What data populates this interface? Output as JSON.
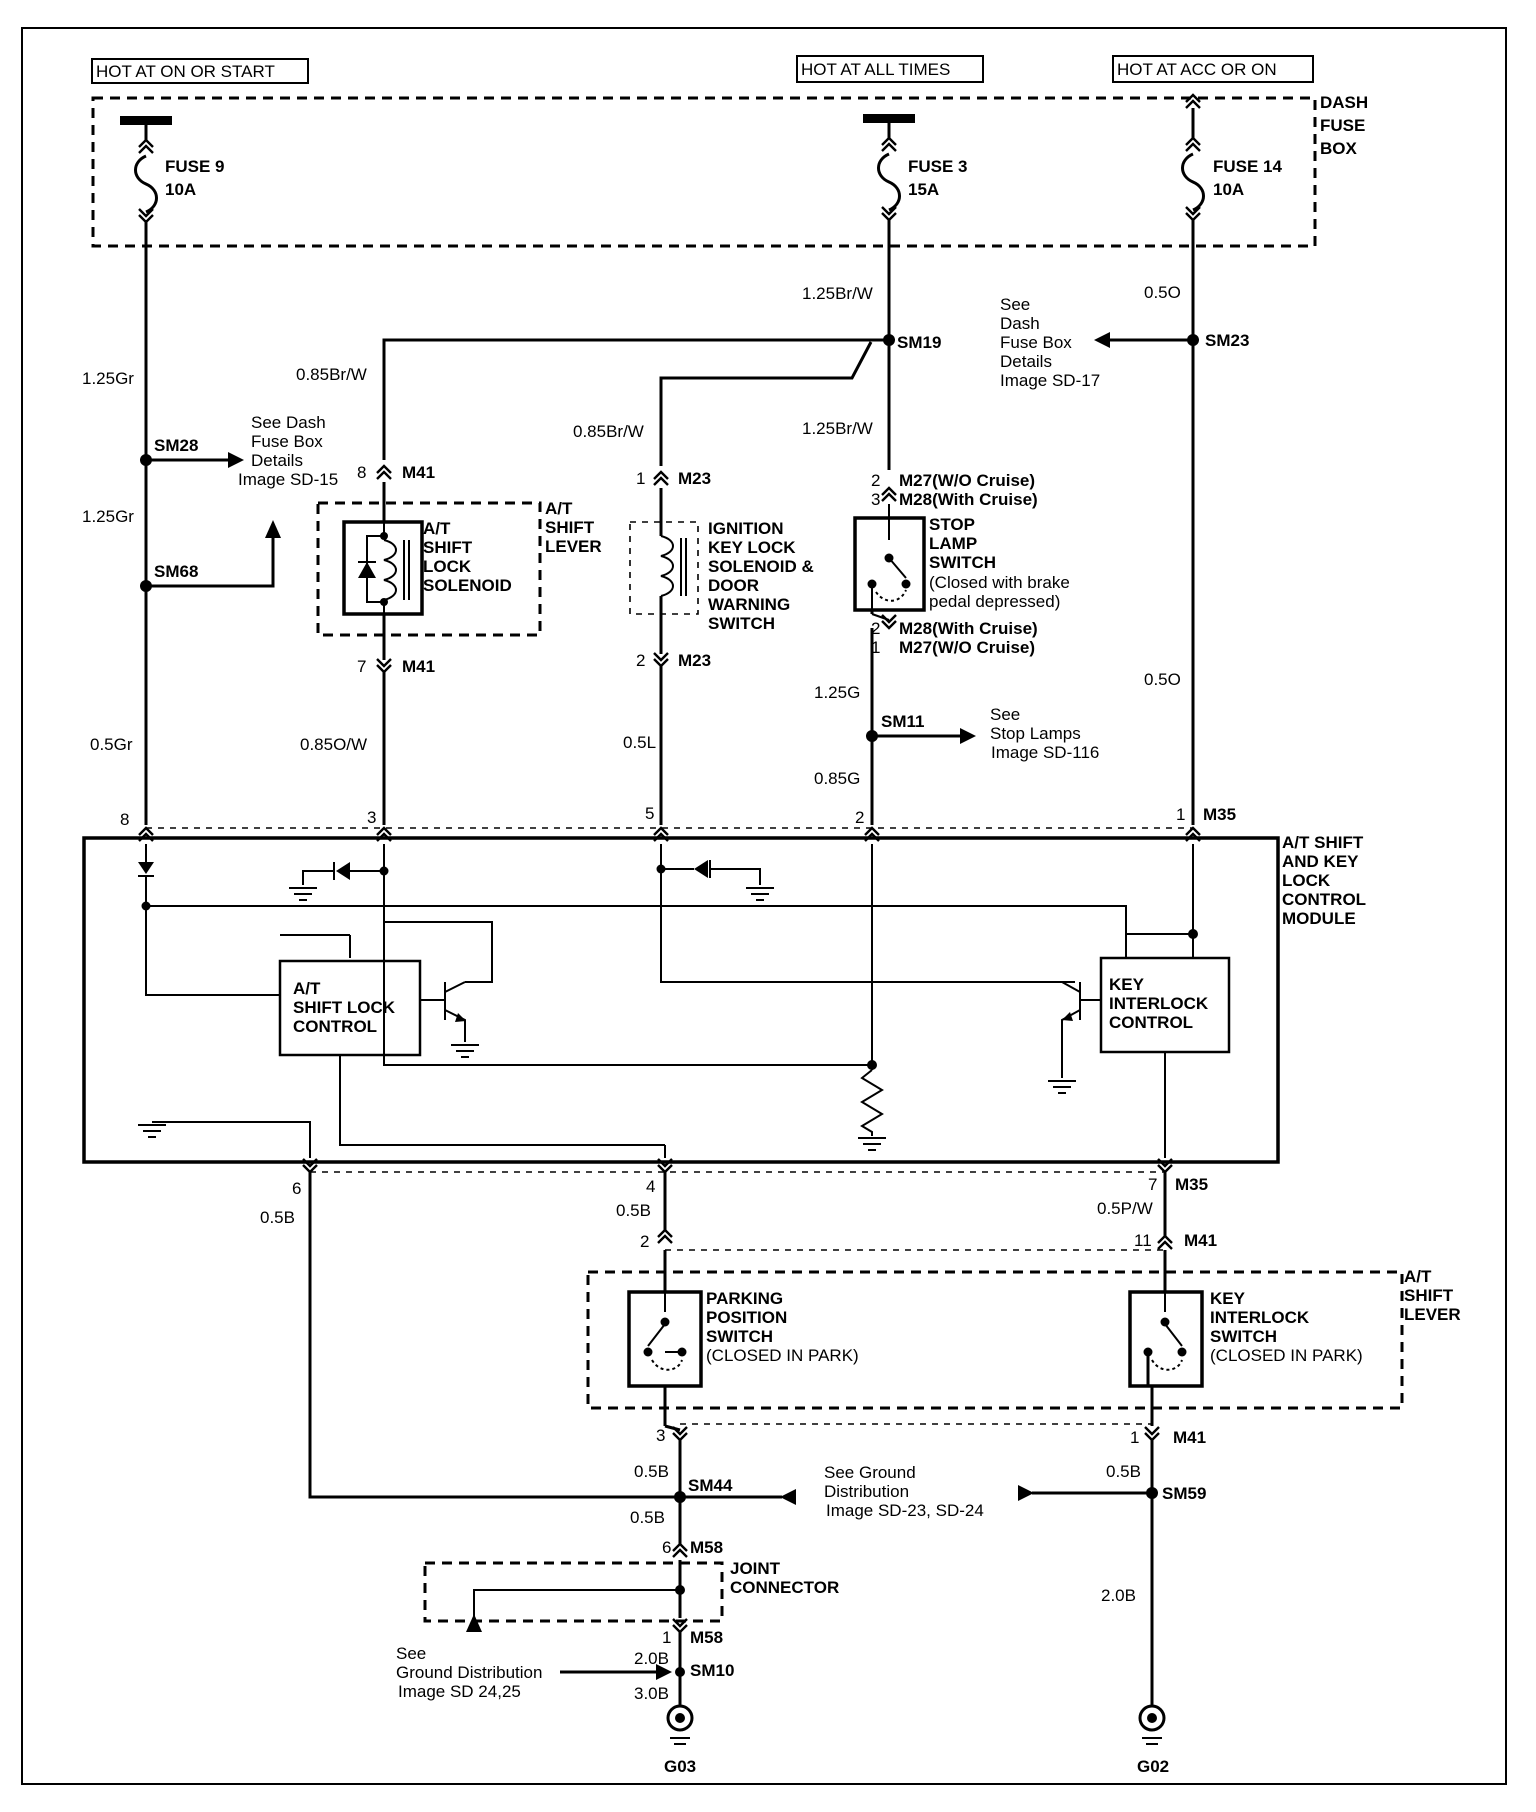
{
  "sources": {
    "hot_on_start": "HOT AT ON OR START",
    "hot_all_times": "HOT AT ALL TIMES",
    "hot_acc_on": "HOT AT ACC OR ON"
  },
  "dash_fuse_box": [
    "DASH",
    "FUSE",
    "BOX"
  ],
  "fuses": [
    {
      "name": "FUSE 9",
      "rating": "10A"
    },
    {
      "name": "FUSE 3",
      "rating": "15A"
    },
    {
      "name": "FUSE 14",
      "rating": "10A"
    }
  ],
  "wires": {
    "w_125gr_a": "1.25Gr",
    "w_125gr_b": "1.25Gr",
    "w_05gr": "0.5Gr",
    "w_085brw": "0.85Br/W",
    "w_085ow": "0.85O/W",
    "w_085brw2": "0.85Br/W",
    "w_05l": "0.5L",
    "w_125brw_a": "1.25Br/W",
    "w_125brw_b": "1.25Br/W",
    "w_125g": "1.25G",
    "w_085g": "0.85G",
    "w_05o_a": "0.5O",
    "w_05o_b": "0.5O",
    "w_05b_a": "0.5B",
    "w_05b_b": "0.5B",
    "w_05b_c": "0.5B",
    "w_05b_d": "0.5B",
    "w_05b_e": "0.5B",
    "w_05pw": "0.5P/W",
    "w_20b_a": "2.0B",
    "w_20b_b": "2.0B",
    "w_30b": "3.0B"
  },
  "splices": {
    "sm19": "SM19",
    "sm23": "SM23",
    "sm28": "SM28",
    "sm68": "SM68",
    "sm11": "SM11",
    "sm44": "SM44",
    "sm59": "SM59",
    "sm10": "SM10"
  },
  "connectors": {
    "m41_8": {
      "pin": "8",
      "name": "M41"
    },
    "m41_7": {
      "pin": "7",
      "name": "M41"
    },
    "m23_1": {
      "pin": "1",
      "name": "M23"
    },
    "m23_2": {
      "pin": "2",
      "name": "M23"
    },
    "m27_top": {
      "pin": "2",
      "name": "M27(W/O Cruise)"
    },
    "m28_top": {
      "pin": "3",
      "name": "M28(With Cruise)"
    },
    "m28_bot": {
      "pin": "2",
      "name": "M28(With Cruise)"
    },
    "m27_bot": {
      "pin": "1",
      "name": "M27(W/O Cruise)"
    },
    "m35_top": {
      "pins": [
        "8",
        "3",
        "5",
        "2",
        "1"
      ],
      "name": "M35"
    },
    "m35_bot": {
      "pins": [
        "6",
        "4",
        "7"
      ],
      "name": "M35"
    },
    "m41_2": "2",
    "m41_11": {
      "pin": "11",
      "name": "M41"
    },
    "m41_3": "3",
    "m41_1": {
      "pin": "1",
      "name": "M41"
    },
    "m58_6": {
      "pin": "6",
      "name": "M58"
    },
    "m58_1": {
      "pin": "1",
      "name": "M58"
    }
  },
  "references": {
    "dash_fuse_sd15": [
      "See Dash",
      "Fuse Box",
      "Details",
      "Image SD-15"
    ],
    "dash_fuse_sd17": [
      "See",
      "Dash",
      "Fuse Box",
      "Details",
      "Image   SD-17"
    ],
    "stop_lamps": [
      "See",
      "Stop Lamps",
      "Image   SD-116"
    ],
    "ground_sd23": [
      "See Ground",
      "Distribution",
      "Image SD-23, SD-24"
    ],
    "ground_sd24": [
      "See",
      "Ground Distribution",
      "Image  SD 24,25"
    ]
  },
  "components": {
    "shift_lock_solenoid": [
      "A/T",
      "SHIFT",
      "LOCK",
      "SOLENOID"
    ],
    "at_shift_lever_top": [
      "A/T",
      "SHIFT",
      "LEVER"
    ],
    "ignition_key_lock": [
      "IGNITION",
      "KEY LOCK",
      "SOLENOID &",
      "DOOR",
      "WARNING",
      "SWITCH"
    ],
    "stop_lamp_switch": [
      "STOP",
      "LAMP",
      "SWITCH"
    ],
    "stop_lamp_note": [
      "(Closed with brake",
      "pedal depressed)"
    ],
    "control_module": [
      "A/T SHIFT",
      "AND KEY",
      "LOCK",
      "CONTROL",
      "MODULE"
    ],
    "shift_lock_control": [
      "A/T",
      "SHIFT LOCK",
      "CONTROL"
    ],
    "key_interlock_control": [
      "KEY",
      "INTERLOCK",
      "CONTROL"
    ],
    "parking_position_switch": [
      "PARKING",
      "POSITION",
      "SWITCH",
      "(CLOSED IN PARK)"
    ],
    "key_interlock_switch": [
      "KEY",
      "INTERLOCK",
      "SWITCH",
      "(CLOSED IN PARK)"
    ],
    "at_shift_lever_bottom": [
      "A/T",
      "SHIFT",
      "LEVER"
    ],
    "joint_connector": [
      "JOINT",
      "CONNECTOR"
    ]
  },
  "grounds": {
    "g03": "G03",
    "g02": "G02"
  }
}
